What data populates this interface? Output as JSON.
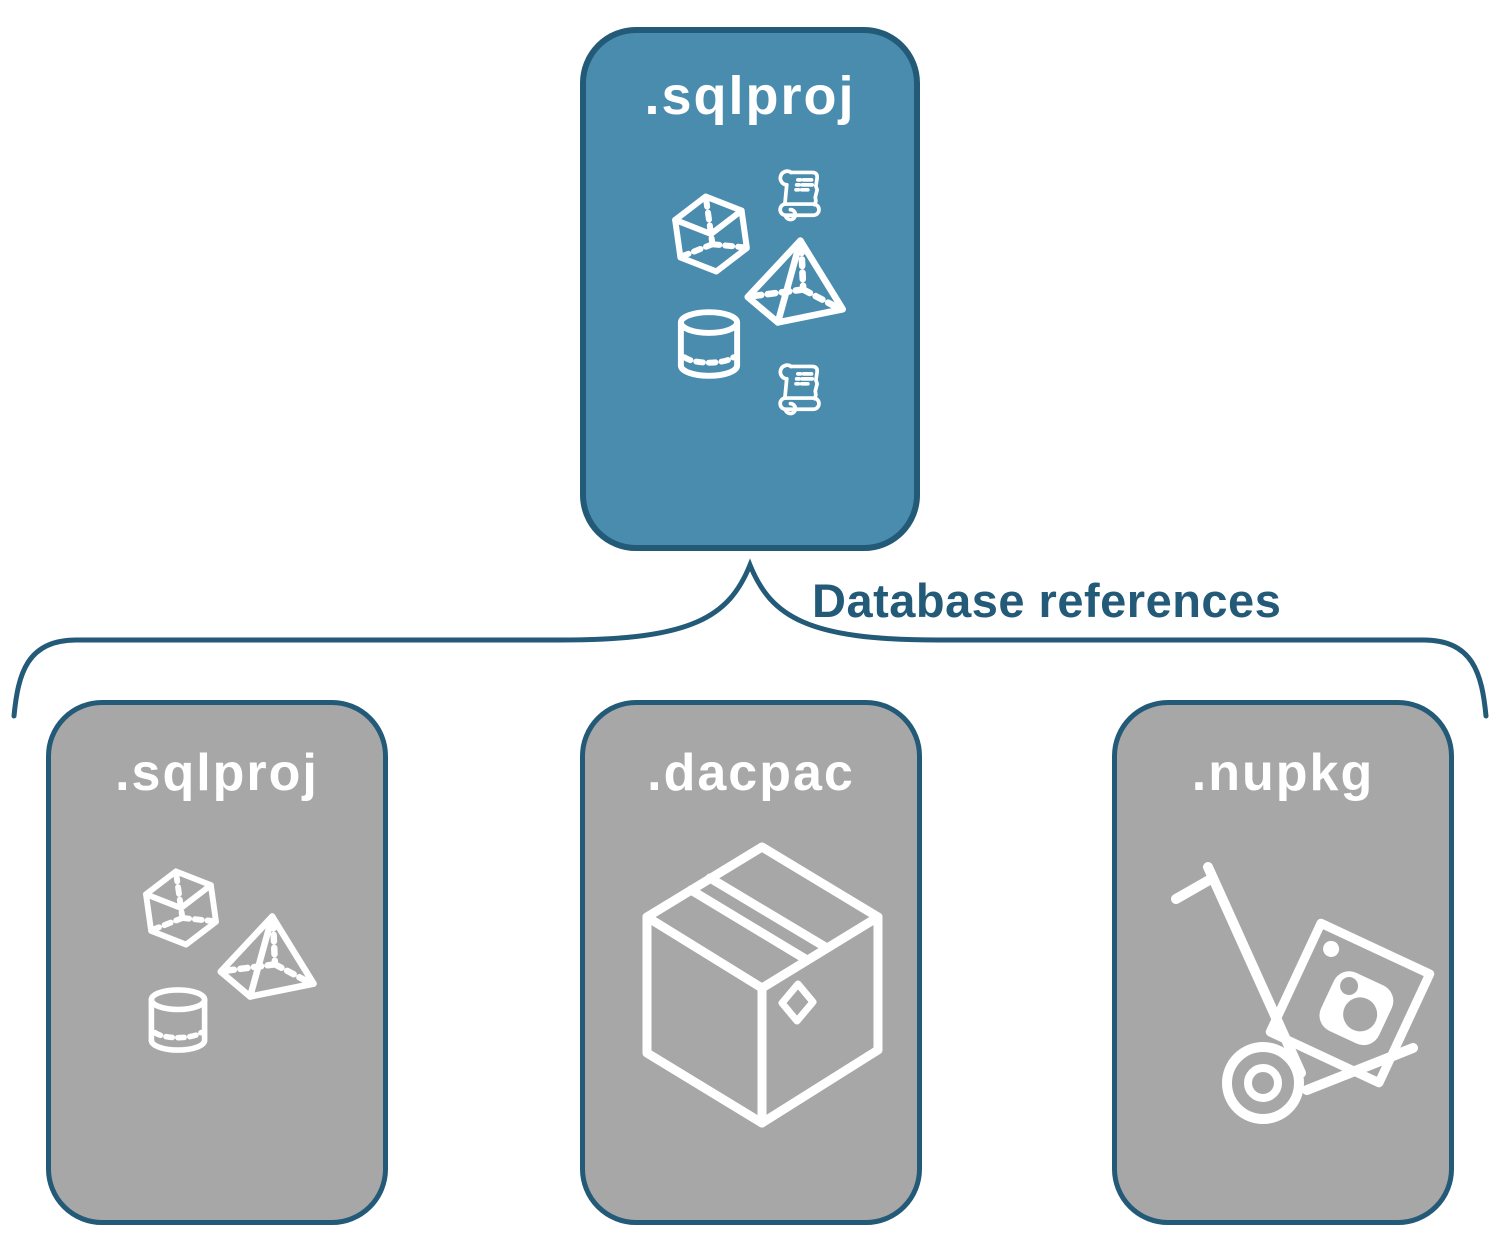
{
  "diagram": {
    "connector_label": "Database references",
    "colors": {
      "accent_blue": "#4a8cae",
      "outline_blue": "#235a78",
      "node_gray": "#a7a7a7",
      "icon_white": "#ffffff"
    },
    "root_node": {
      "title": ".sqlproj",
      "icons": [
        "cube-icon",
        "scroll-icon",
        "pyramid-icon",
        "cylinder-icon",
        "scroll-icon"
      ]
    },
    "child_nodes": [
      {
        "title": ".sqlproj",
        "icons": [
          "cube-icon",
          "pyramid-icon",
          "cylinder-icon"
        ]
      },
      {
        "title": ".dacpac",
        "icons": [
          "package-box-icon"
        ]
      },
      {
        "title": ".nupkg",
        "icons": [
          "hand-truck-nuget-icon"
        ]
      }
    ]
  }
}
